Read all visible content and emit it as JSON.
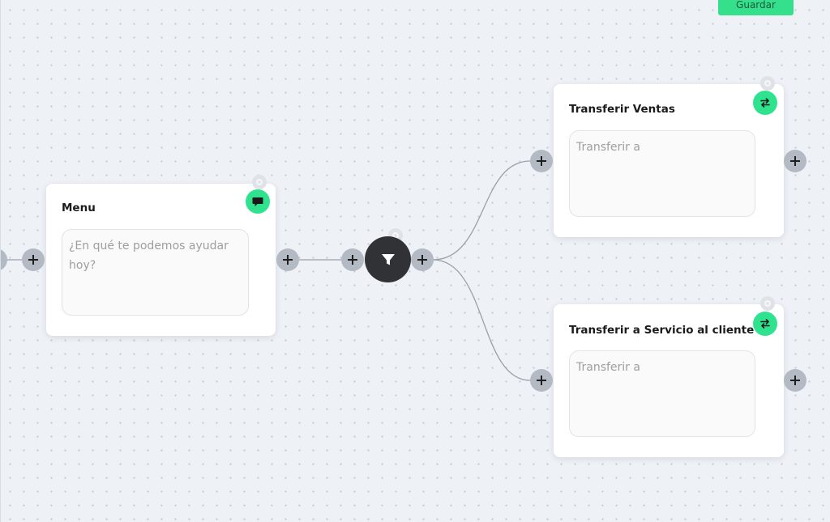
{
  "toolbar": {
    "save_label": "Guardar",
    "accent_color": "#34e08c"
  },
  "nodes": {
    "menu": {
      "title": "Menu",
      "body_text": "¿En qué te podemos ayudar hoy?",
      "icon": "chat-bubble-icon"
    },
    "filter": {
      "icon": "filter-funnel-icon"
    },
    "transfer_sales": {
      "title": "Transferir Ventas",
      "body_text": "Transferir a",
      "icon": "transfer-arrows-icon"
    },
    "transfer_support": {
      "title": "Transferir a Servicio al cliente",
      "body_text": "Transferir a",
      "icon": "transfer-arrows-icon"
    }
  },
  "colors": {
    "canvas_bg": "#eef1f6",
    "badge_green": "#2fe38e",
    "handle_gray": "#b3bac4",
    "filter_dark": "#303236"
  }
}
